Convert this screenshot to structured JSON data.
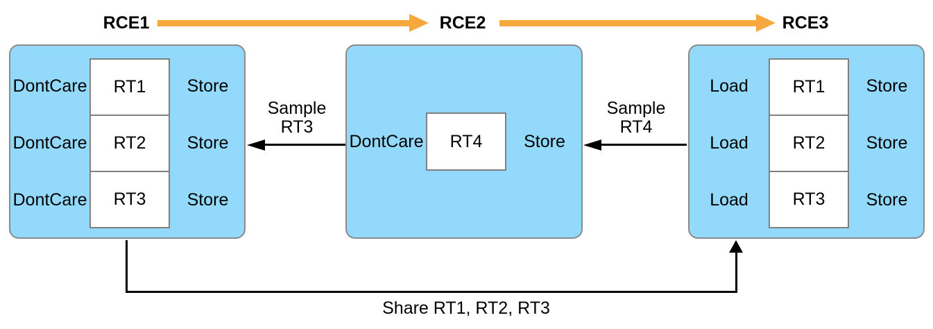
{
  "colors": {
    "block_fill": "#92D9FB",
    "block_border": "#8a8a8a",
    "box_border": "#7f7f7f",
    "arrow_orange": "#F6A83D",
    "arrow_black": "#000000",
    "background": "#ffffff"
  },
  "timeline": {
    "stages": [
      {
        "label": "RCE1"
      },
      {
        "label": "RCE2"
      },
      {
        "label": "RCE3"
      }
    ]
  },
  "encoders": [
    {
      "name": "RCE1",
      "rows": [
        {
          "load_action": "DontCare",
          "target": "RT1",
          "store_action": "Store"
        },
        {
          "load_action": "DontCare",
          "target": "RT2",
          "store_action": "Store"
        },
        {
          "load_action": "DontCare",
          "target": "RT3",
          "store_action": "Store"
        }
      ]
    },
    {
      "name": "RCE2",
      "rows": [
        {
          "load_action": "DontCare",
          "target": "RT4",
          "store_action": "Store"
        }
      ]
    },
    {
      "name": "RCE3",
      "rows": [
        {
          "load_action": "Load",
          "target": "RT1",
          "store_action": "Store"
        },
        {
          "load_action": "Load",
          "target": "RT2",
          "store_action": "Store"
        },
        {
          "load_action": "Load",
          "target": "RT3",
          "store_action": "Store"
        }
      ]
    }
  ],
  "connections": [
    {
      "from": "RCE2",
      "to": "RCE1",
      "label_line1": "Sample",
      "label_line2": "RT3"
    },
    {
      "from": "RCE3",
      "to": "RCE2",
      "label_line1": "Sample",
      "label_line2": "RT4"
    },
    {
      "from": "RCE1",
      "to": "RCE3",
      "label": "Share RT1, RT2, RT3"
    }
  ]
}
